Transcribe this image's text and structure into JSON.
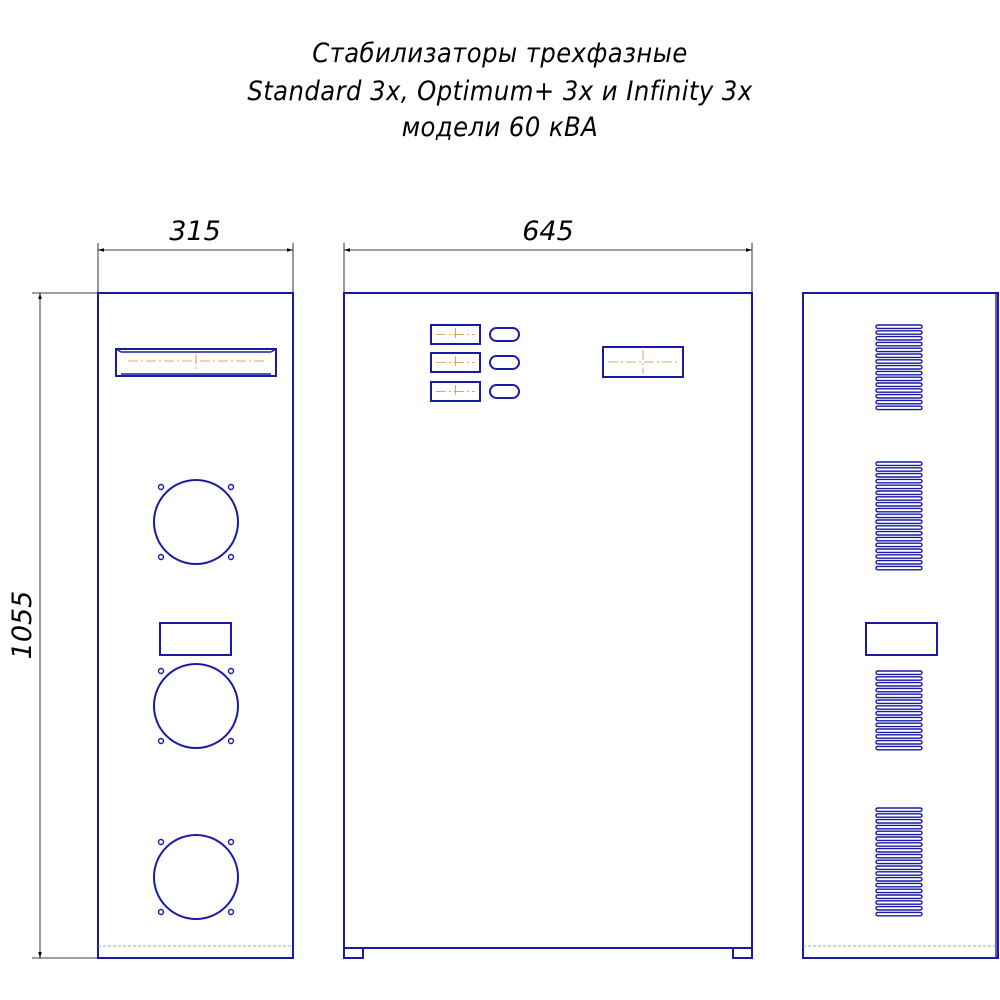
{
  "title": {
    "line1": "Стабилизаторы трехфазные",
    "line2": "Standard 3x, Optimum+ 3x и Infinity 3x",
    "line3": "модели 60 кВА"
  },
  "dimensions": {
    "width_side": "315",
    "width_front": "645",
    "height": "1055"
  },
  "colors": {
    "outline": "#1a1aa6",
    "dimension": "#000000",
    "centerline": "#d98a3a"
  }
}
